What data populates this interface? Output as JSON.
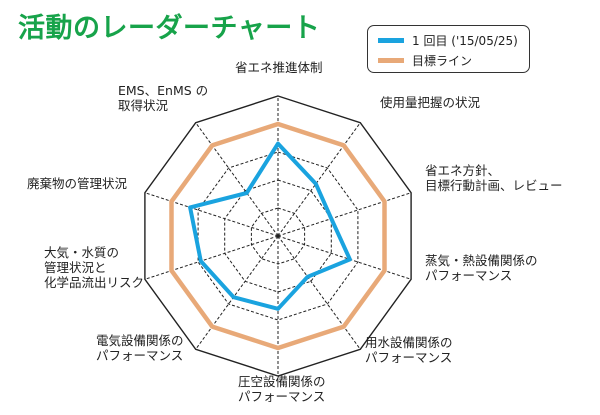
{
  "title": "活動のレーダーチャート",
  "legend": {
    "items": [
      {
        "label": "1 回目 ('15/05/25)",
        "color": "#1aa3df"
      },
      {
        "label": "目標ライン",
        "color": "#e8a978"
      }
    ]
  },
  "chart_data": {
    "type": "radar",
    "axes": [
      [
        "省エネ推進体制"
      ],
      [
        "使用量把握の状況"
      ],
      [
        "省エネ方針、",
        "目標行動計画、レビュー"
      ],
      [
        "蒸気・熱設備関係の",
        "パフォーマンス"
      ],
      [
        "用水設備関係の",
        "パフォーマンス"
      ],
      [
        "圧空設備関係の",
        "パフォーマンス"
      ],
      [
        "電気設備関係の",
        "パフォーマンス"
      ],
      [
        "大気・水質の",
        "管理状況と",
        "化学品流出リスク"
      ],
      [
        "廃棄物の管理状況"
      ],
      [
        "EMS、EnMS の",
        "取得状況"
      ]
    ],
    "rlim": [
      0,
      5
    ],
    "grid_levels": 5,
    "series": [
      {
        "name": "1 回目 ('15/05/25)",
        "color": "#1aa3df",
        "values": [
          3.3,
          2.3,
          2.0,
          2.7,
          1.8,
          2.6,
          2.7,
          2.9,
          3.3,
          1.9
        ]
      },
      {
        "name": "目標ライン",
        "color": "#e8a978",
        "values": [
          4,
          4,
          4,
          4,
          4,
          4,
          4,
          4,
          4,
          4
        ]
      }
    ]
  }
}
